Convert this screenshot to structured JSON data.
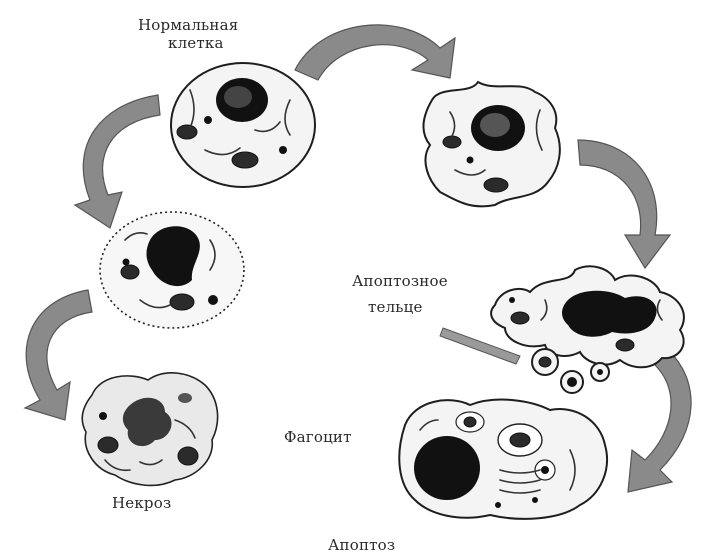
{
  "labels": {
    "normal_cell": [
      "Нормальная",
      "клетка"
    ],
    "apoptotic_body": [
      "Апоптозное",
      "тельце"
    ],
    "phagocyte": "Фагоцит",
    "necrosis": "Некроз",
    "apoptosis": "Апоптоз"
  },
  "colors": {
    "arrow_fill": "#8a8a8a",
    "membrane_fill": "#f4f4f4",
    "nucleus_fill": "#111111"
  }
}
